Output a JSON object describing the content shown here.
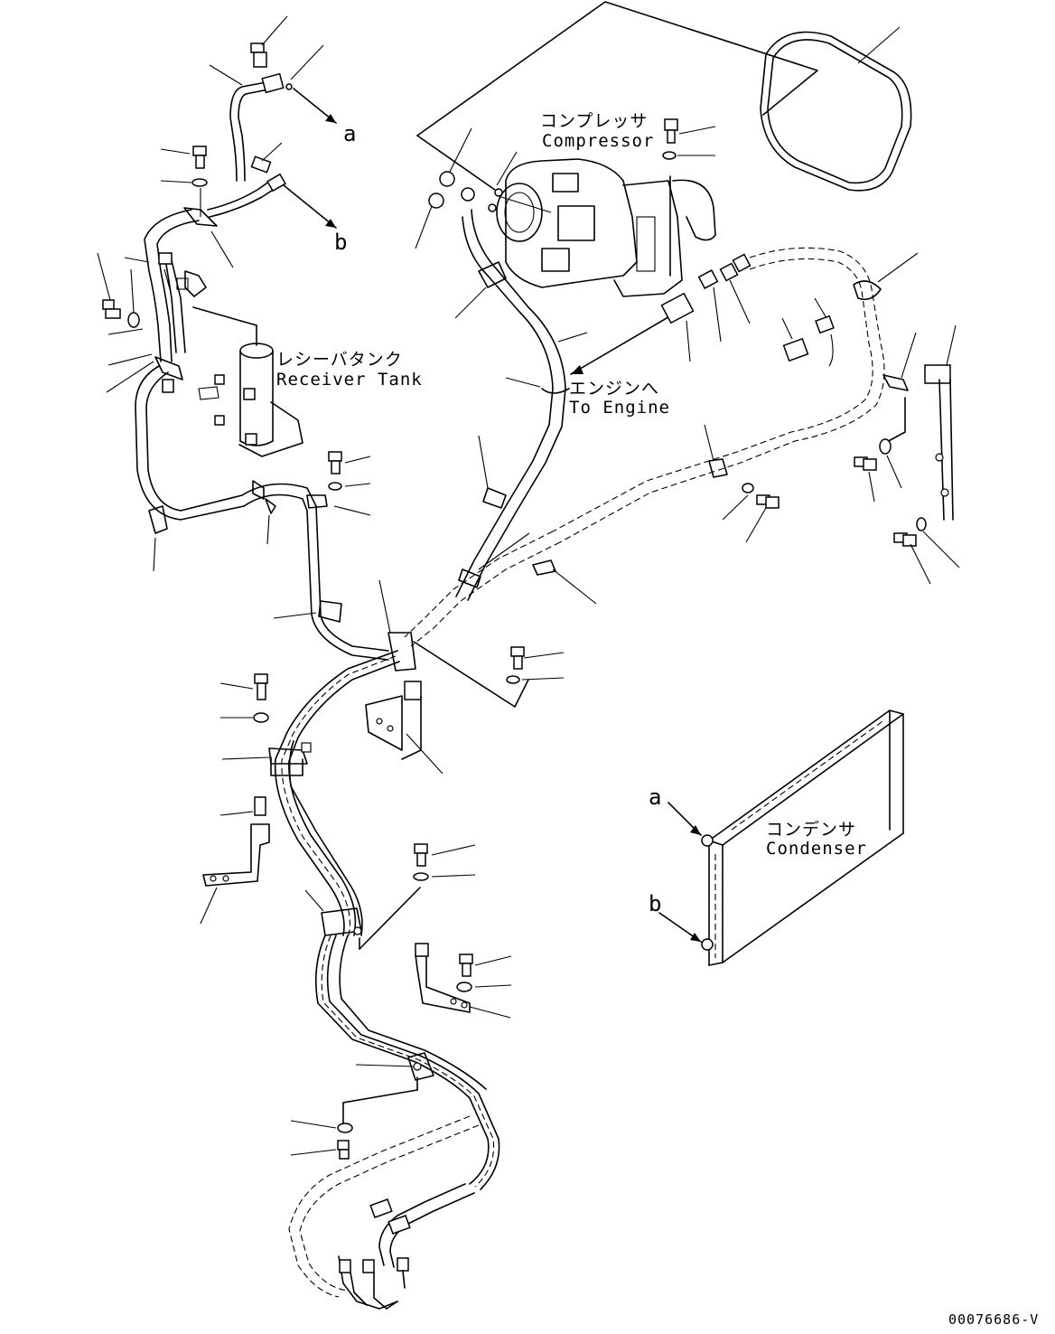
{
  "labels": {
    "compressor_jp": "コンプレッサ",
    "compressor_en": "Compressor",
    "receiver_jp": "レシーバタンク",
    "receiver_en": "Receiver Tank",
    "engine_jp": "エンジンへ",
    "engine_en": "To Engine",
    "condenser_jp": "コンデンサ",
    "condenser_en": "Condenser"
  },
  "markers": {
    "a_top": "a",
    "b_top": "b",
    "a_condenser": "a",
    "b_condenser": "b"
  },
  "drawing_code": "00076686-V"
}
